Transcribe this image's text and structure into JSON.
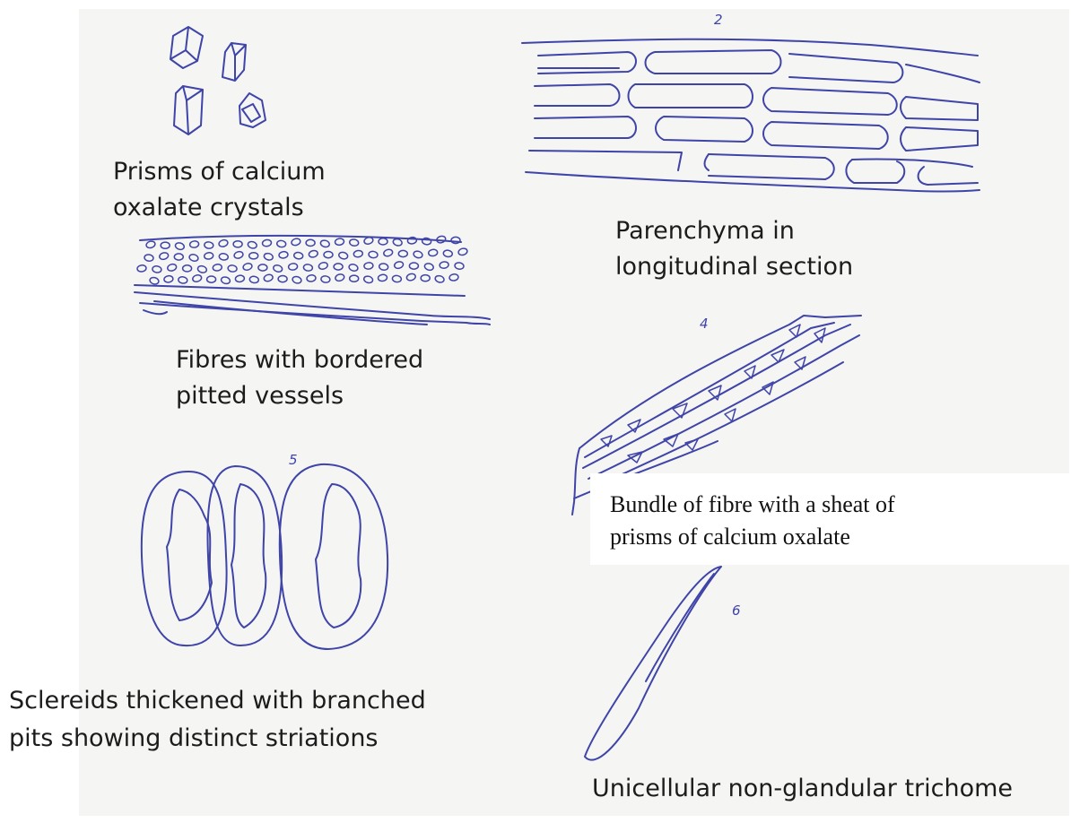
{
  "panels": {
    "crystals": {
      "label_lines": [
        "Prisms of calcium",
        "oxalate crystals"
      ]
    },
    "parenchyma": {
      "number": "2",
      "label_lines": [
        "Parenchyma in",
        "longitudinal section"
      ]
    },
    "fibres": {
      "label_lines": [
        "Fibres with bordered",
        "pitted vessels"
      ]
    },
    "bundle": {
      "number": "4",
      "label_lines": [
        "Bundle of fibre with a sheat of",
        "prisms of calcium oxalate"
      ]
    },
    "sclereids": {
      "number": "5",
      "label_lines": [
        "Sclereids thickened with branched",
        "pits showing distinct striations"
      ]
    },
    "trichome": {
      "number": "6",
      "label_lines": [
        "Unicellular non-glandular trichome"
      ]
    }
  },
  "colors": {
    "ink": "#3f44a8",
    "paper": "#f5f5f3",
    "text": "#1c1c1c"
  }
}
